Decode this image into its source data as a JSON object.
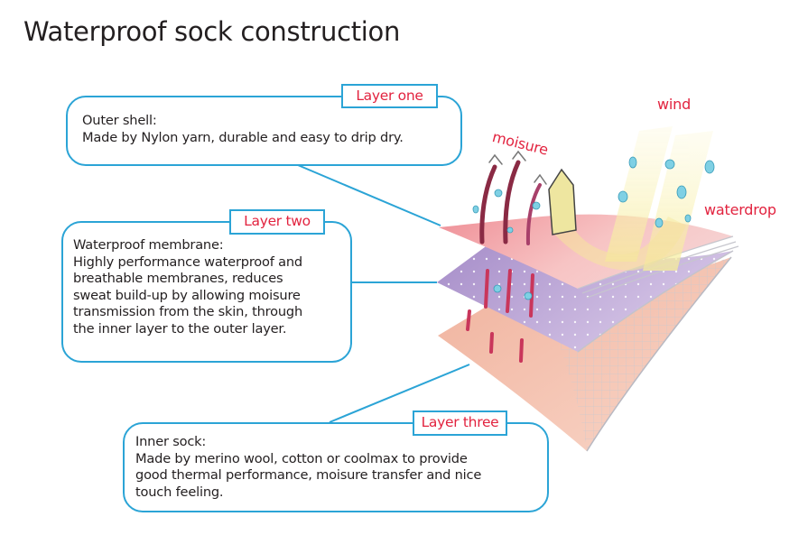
{
  "title": "Waterproof sock construction",
  "layers": [
    {
      "tag": "Layer one",
      "heading": "Outer shell:",
      "lines": [
        "Made by Nylon yarn, durable and easy to drip dry."
      ]
    },
    {
      "tag": "Layer two",
      "heading": "Waterproof membrane:",
      "lines": [
        "Highly performance waterproof and",
        "breathable membranes,  reduces",
        "sweat build-up by allowing moisure",
        "transmission from the skin, through",
        "the inner layer to the outer layer."
      ]
    },
    {
      "tag": "Layer three",
      "heading": "Inner sock:",
      "lines": [
        "Made by merino wool, cotton or coolmax to provide",
        "good thermal performance, moisure transfer and nice",
        "touch feeling."
      ]
    }
  ],
  "illustration_labels": {
    "moisure": "moisure",
    "wind": "wind",
    "waterdrop": "waterdrop"
  },
  "colors": {
    "accent_blue": "#2ba4d6",
    "label_red": "#e2233f",
    "outer_layer": "#f2a3a8",
    "membrane_layer": "#b39bd0",
    "inner_layer": "#f3b9a2",
    "wind": "#f8f0a8",
    "waterdrop": "#6cc6dd"
  }
}
